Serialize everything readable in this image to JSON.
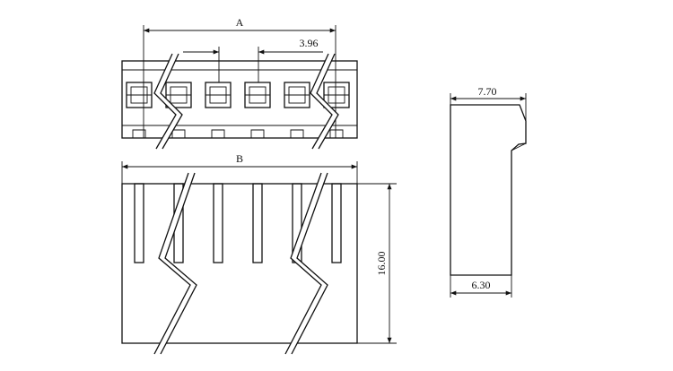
{
  "top_view": {
    "dimension_a": "A",
    "pitch": "3.96",
    "contact_count": 6
  },
  "front_view": {
    "dimension_b": "B",
    "height": "16.00",
    "slot_count": 6
  },
  "side_view": {
    "top_width": "7.70",
    "bottom_width": "6.30"
  }
}
